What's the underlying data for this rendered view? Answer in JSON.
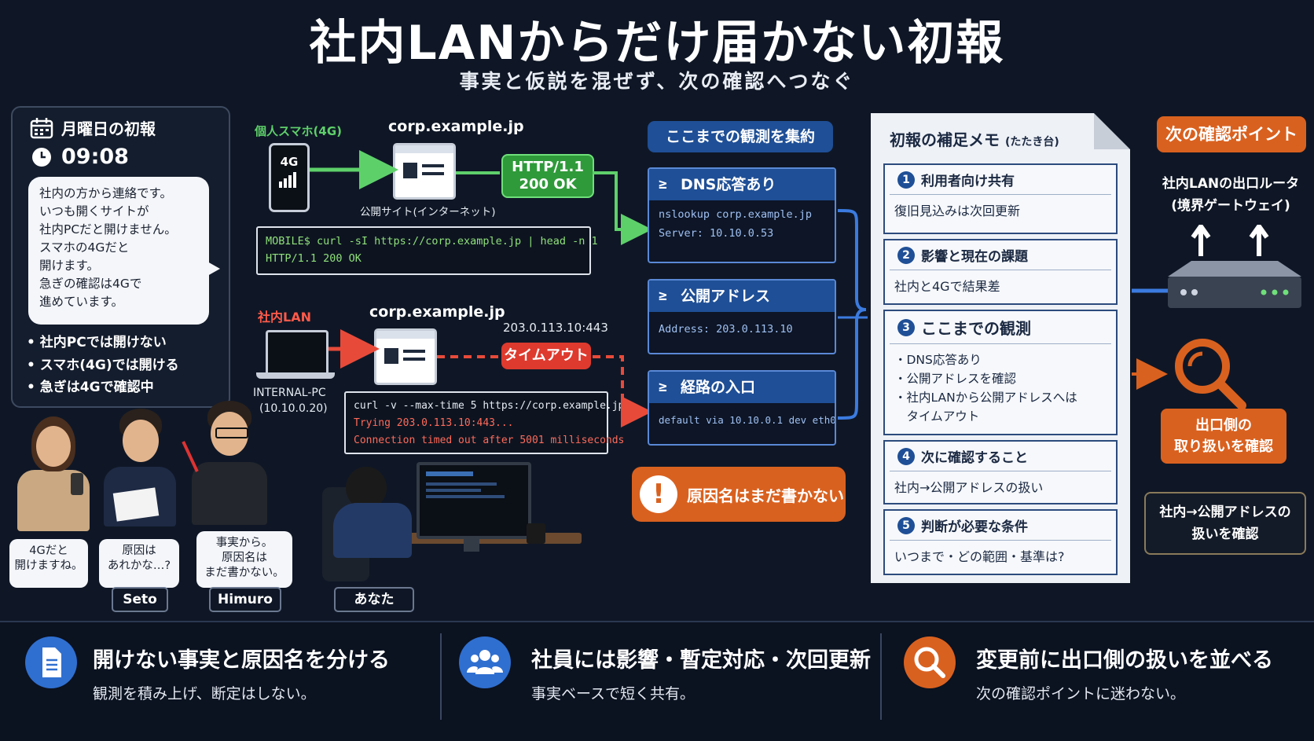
{
  "header": {
    "title": "社内LANからだけ届かない初報",
    "subtitle": "事実と仮説を混ぜず、次の確認へつなぐ"
  },
  "report": {
    "title": "月曜日の初報",
    "time": "09:08",
    "message": "社内の方から連絡です。\nいつも開くサイトが\n社内PCだと開けません。\nスマホの4Gだと\n開けます。\n急ぎの確認は4Gで\n進めています。",
    "bullets": [
      "社内PCでは開けない",
      "スマホ(4G)では開ける",
      "急ぎは4Gで確認中"
    ]
  },
  "people": [
    {
      "speech": "4Gだと\n開けますね。",
      "name": ""
    },
    {
      "speech": "原因は\nあれかな…?",
      "name": "Seto"
    },
    {
      "speech": "事実から。\n原因名は\nまだ書かない。",
      "name": "Himuro"
    },
    {
      "speech": "",
      "name": "あなた"
    }
  ],
  "mobile_path": {
    "device_label": "個人スマホ(4G)",
    "phone_badge": "4G",
    "host": "corp.example.jp",
    "site_caption": "公開サイト(インターネット)",
    "status": "HTTP/1.1\n200 OK",
    "terminal": [
      "MOBILE$ curl -sI https://corp.example.jp | head -n 1",
      "HTTP/1.1 200 OK"
    ]
  },
  "lan_path": {
    "device_label": "社内LAN",
    "host": "corp.example.jp",
    "ip_port": "203.0.113.10:443",
    "pc_name": "INTERNAL-PC",
    "pc_ip": "(10.10.0.20)",
    "status": "タイムアウト",
    "terminal": [
      "curl -v --max-time 5 https://corp.example.jp",
      "Trying 203.0.113.10:443...",
      "Connection timed out after 5001 milliseconds"
    ]
  },
  "observations": {
    "header": "ここまでの観測を集約",
    "items": [
      {
        "title": "DNS応答あり",
        "body": "nslookup corp.example.jp\nServer: 10.10.0.53"
      },
      {
        "title": "公開アドレス",
        "body": "Address: 203.0.113.10"
      },
      {
        "title": "経路の入口",
        "body": "default via 10.10.0.1 dev eth0"
      }
    ],
    "warning": "原因名はまだ書かない",
    "prompt_glyph": "≥"
  },
  "memo": {
    "title": "初報の補足メモ",
    "title_note": "(たたき台)",
    "items": [
      {
        "num": "1",
        "title": "利用者向け共有",
        "body": "復旧見込みは次回更新"
      },
      {
        "num": "2",
        "title": "影響と現在の課題",
        "body": "社内と4Gで結果差"
      },
      {
        "num": "3",
        "title": "ここまでの観測",
        "body": "・DNS応答あり\n・公開アドレスを確認\n・社内LANから公開アドレスへは\n　タイムアウト"
      },
      {
        "num": "4",
        "title": "次に確認すること",
        "body": "社内→公開アドレスの扱い"
      },
      {
        "num": "5",
        "title": "判断が必要な条件",
        "body": "いつまで・どの範囲・基準は?"
      }
    ]
  },
  "next": {
    "title": "次の確認ポイント",
    "router_label": "社内LANの出口ルータ\n(境界ゲートウェイ)",
    "action_orange": "出口側の\n取り扱いを確認",
    "action_dark": "社内→公開アドレスの\n扱いを確認"
  },
  "bottom": [
    {
      "icon": "document-icon",
      "head": "開けない事実と原因名を分ける",
      "sub": "観測を積み上げ、断定はしない。"
    },
    {
      "icon": "people-icon",
      "head": "社員には影響・暫定対応・次回更新",
      "sub": "事実ベースで短く共有。"
    },
    {
      "icon": "search-icon",
      "head": "変更前に出口側の扱いを並べる",
      "sub": "次の確認ポイントに迷わない。"
    }
  ],
  "colors": {
    "background": "#0f1726",
    "accent_blue": "#1f4f96",
    "accent_orange": "#d9611f",
    "ok_green": "#2f9a3a",
    "error_red": "#de3a2e"
  }
}
